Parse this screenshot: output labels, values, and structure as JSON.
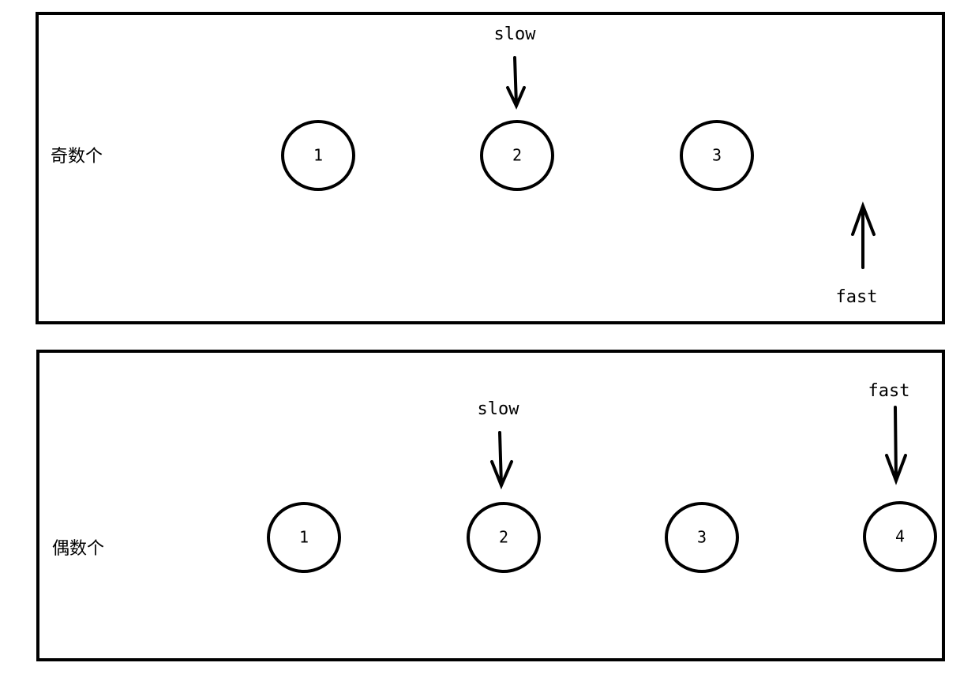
{
  "panels": [
    {
      "label": "奇数个",
      "nodes": [
        "1",
        "2",
        "3"
      ],
      "pointers": {
        "slow": "slow",
        "fast": "fast"
      }
    },
    {
      "label": "偶数个",
      "nodes": [
        "1",
        "2",
        "3",
        "4"
      ],
      "pointers": {
        "slow": "slow",
        "fast": "fast"
      }
    }
  ]
}
